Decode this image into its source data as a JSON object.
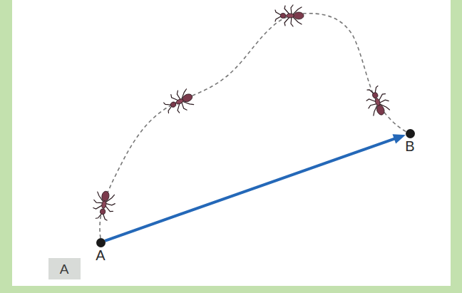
{
  "diagram": {
    "nodes": [
      {
        "text": [
          "A"
        ]
      },
      {
        "text": [
          "B"
        ]
      },
      {
        "text": [
          "A"
        ]
      }
    ],
    "edges": [
      {
        "from": 0,
        "to": 1,
        "arrow": "to"
      }
    ]
  }
}
